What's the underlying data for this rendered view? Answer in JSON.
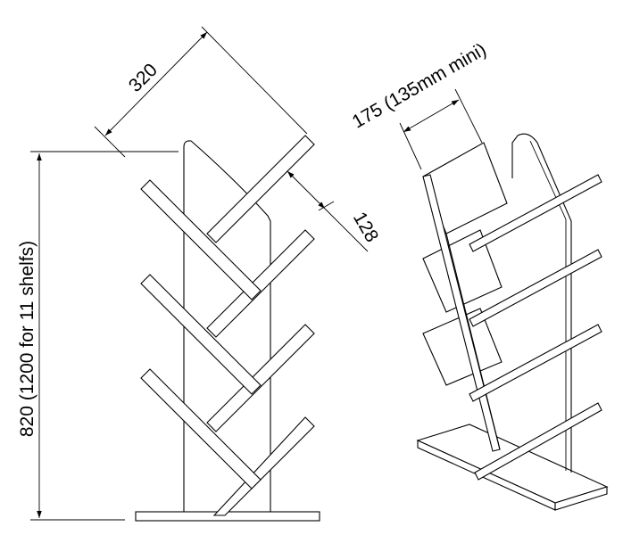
{
  "dimensions": {
    "shelf_width": "320",
    "shelf_depth": "128",
    "height": "820 (1200 for 11 shelfs)",
    "spacing": "175 (135mm mini)"
  }
}
